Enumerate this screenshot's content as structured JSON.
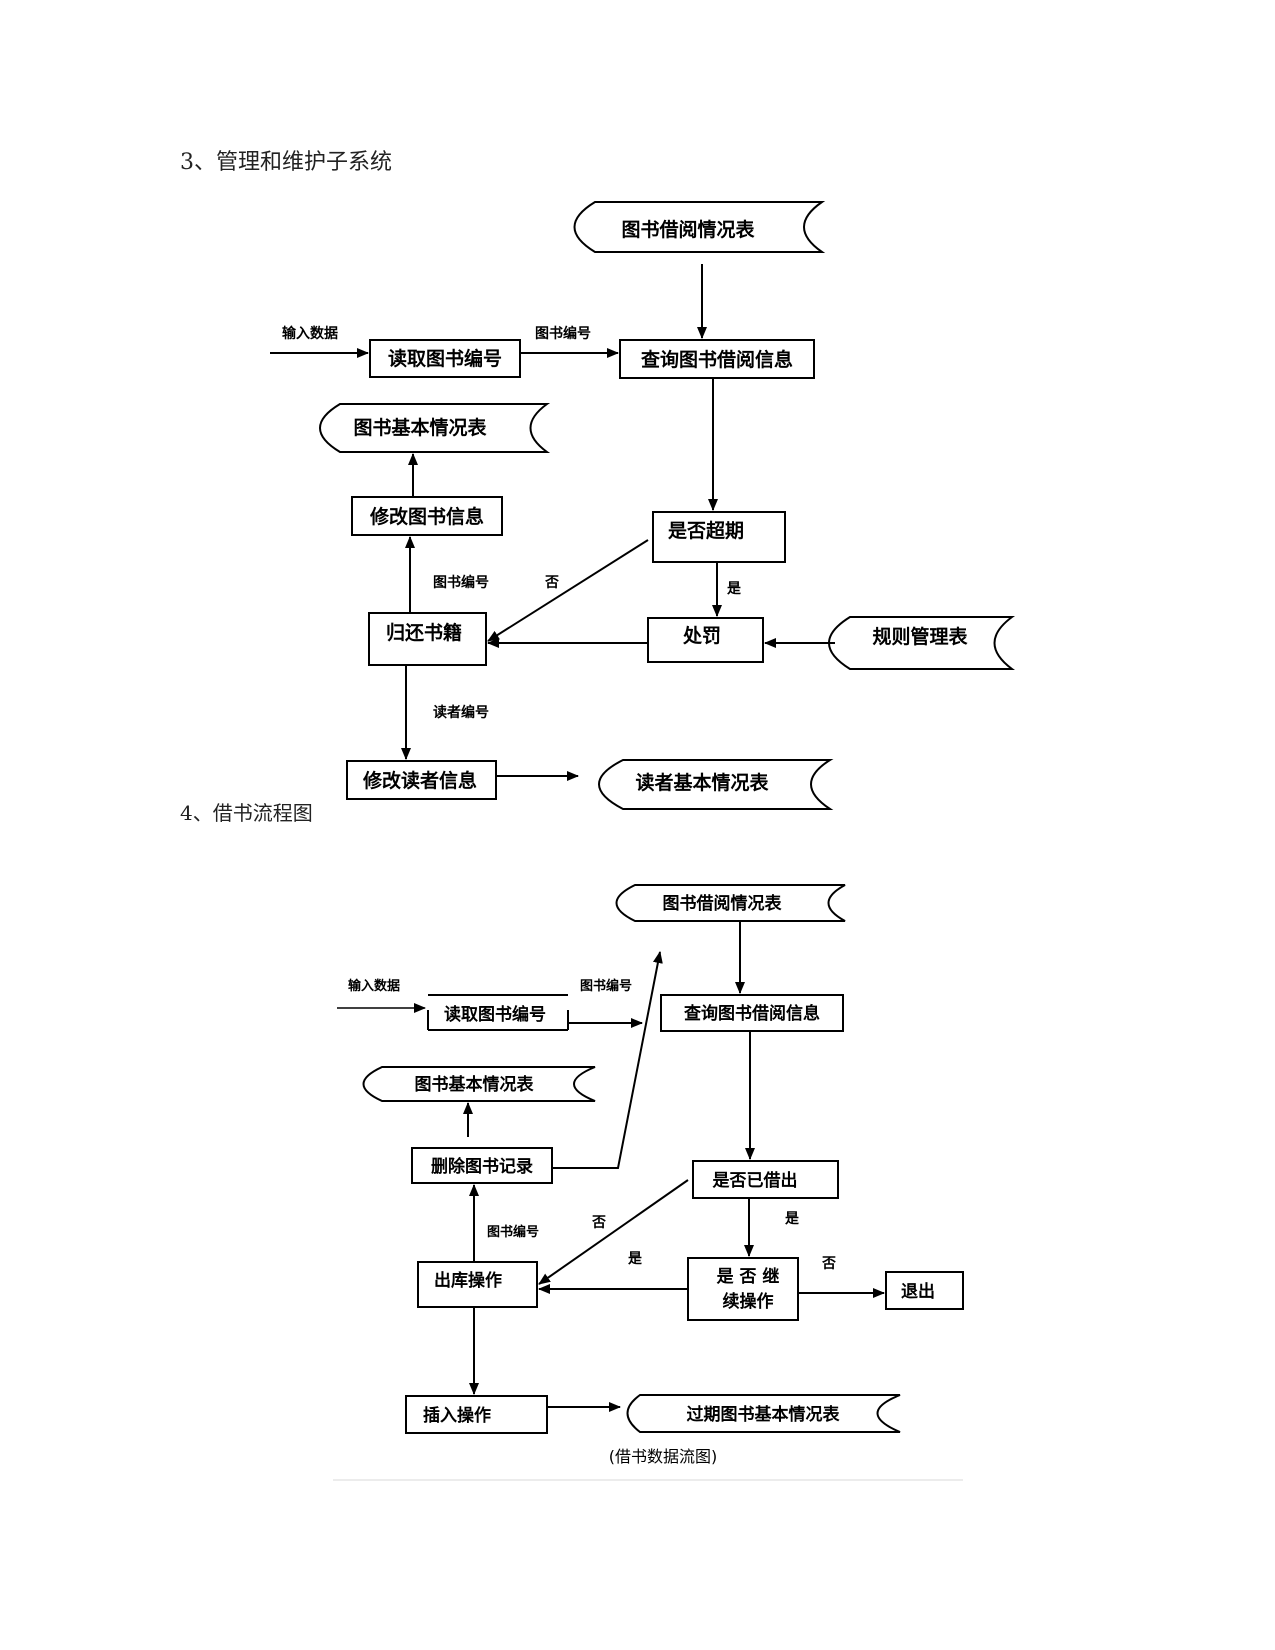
{
  "headings": {
    "section3": "3、管理和维护子系统",
    "section4": "4、借书流程图"
  },
  "diagram1": {
    "stores": {
      "borrow_table": "图书借阅情况表",
      "book_basic": "图书基本情况表",
      "rules": "规则管理表",
      "reader_basic": "读者基本情况表"
    },
    "processes": {
      "read_book_no": "读取图书编号",
      "query_borrow": "查询图书借阅信息",
      "modify_book": "修改图书信息",
      "overdue": "是否超期",
      "return_book": "归还书籍",
      "penalty": "处罚",
      "modify_reader": "修改读者信息"
    },
    "labels": {
      "input": "输入数据",
      "book_no": "图书编号",
      "book_no_2": "图书编号",
      "no": "否",
      "yes": "是",
      "reader_no": "读者编号"
    }
  },
  "diagram2": {
    "stores": {
      "borrow_table": "图书借阅情况表",
      "book_basic": "图书基本情况表",
      "expired": "过期图书基本情况表"
    },
    "processes": {
      "read_book_no": "读取图书编号",
      "query_borrow": "查询图书借阅信息",
      "delete_record": "删除图书记录",
      "lent_out": "是否已借出",
      "checkout": "出库操作",
      "continue_line1": "是 否 继",
      "continue_line2": "续操作",
      "exit": "退出",
      "insert": "插入操作"
    },
    "labels": {
      "input": "输入数据",
      "book_no": "图书编号",
      "book_no_2": "图书编号",
      "no": "否",
      "yes": "是",
      "yes_2": "是",
      "no_2": "否"
    },
    "caption": "(借书数据流图)"
  }
}
